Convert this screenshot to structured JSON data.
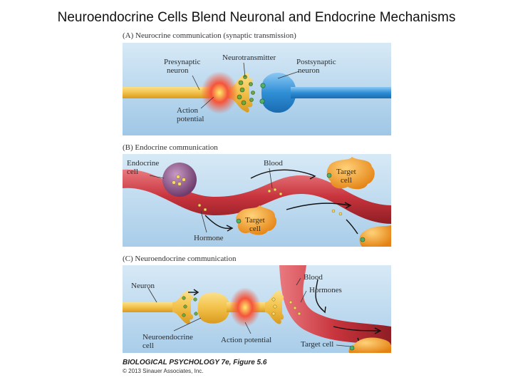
{
  "slide": {
    "title": "Neuroendocrine Cells Blend Neuronal and Endocrine Mechanisms"
  },
  "panels": {
    "a": {
      "heading": "(A) Neurocrine communication (synaptic transmission)",
      "labels": {
        "presynaptic_1": "Presynaptic",
        "presynaptic_2": "neuron",
        "neurotransmitter": "Neurotransmitter",
        "postsynaptic_1": "Postsynaptic",
        "postsynaptic_2": "neuron",
        "action_1": "Action",
        "action_2": "potential"
      }
    },
    "b": {
      "heading": "(B) Endocrine communication",
      "labels": {
        "endocrine_1": "Endocrine",
        "endocrine_2": "cell",
        "blood": "Blood",
        "target_top_1": "Target",
        "target_top_2": "cell",
        "target_bottom_1": "Target",
        "target_bottom_2": "cell",
        "hormone": "Hormone"
      }
    },
    "c": {
      "heading": "(C) Neuroendocrine communication",
      "labels": {
        "neuron": "Neuron",
        "blood": "Blood",
        "hormones": "Hormones",
        "neuroendocrine_1": "Neuroendocrine",
        "neuroendocrine_2": "cell",
        "action_potential": "Action potential",
        "target_cell": "Target cell"
      }
    }
  },
  "footer": {
    "caption": "BIOLOGICAL PSYCHOLOGY 7e, Figure 5.6",
    "copyright": "© 2013 Sinauer Associates, Inc."
  },
  "colors": {
    "fluid": "#b5d6ee",
    "neuron_yellow": "#f2c14a",
    "postsynaptic_blue": "#2f8fd6",
    "blood_red": "#c8343d",
    "endocrine_purple": "#8a4f86",
    "target_orange": "#f09a2a"
  }
}
